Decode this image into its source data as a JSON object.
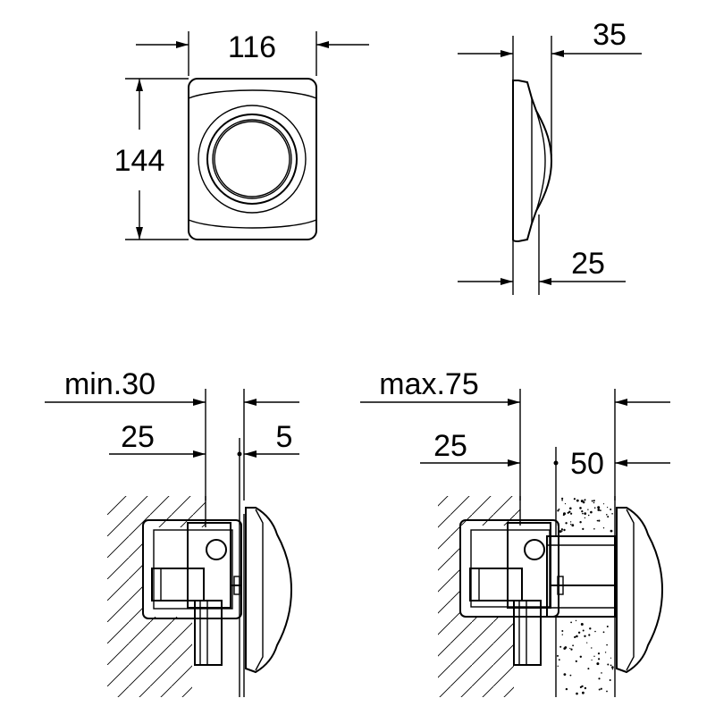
{
  "front_view": {
    "width_label": "116",
    "height_label": "144"
  },
  "side_view": {
    "depth_label": "35",
    "plate_label": "25"
  },
  "install_min": {
    "wall_label": "min.30",
    "body_label": "25",
    "gap_label": "5"
  },
  "install_max": {
    "wall_label": "max.75",
    "body_label": "25",
    "gap_label": "50"
  },
  "colors": {
    "line": "#000000",
    "background": "#ffffff"
  }
}
